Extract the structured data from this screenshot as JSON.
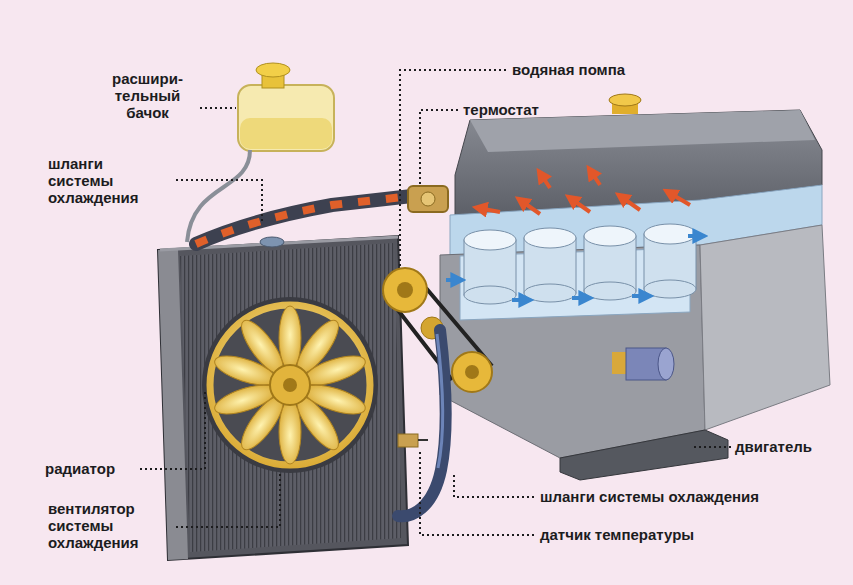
{
  "diagram": {
    "labels": [
      "расшири- тельный бачок",
      "шланги системы охлаждения",
      "водяная помпа",
      "термостат",
      "радиатор",
      "вентилятор системы охлаждения",
      "двигатель",
      "шланги системы охлаждения",
      "датчик температуры"
    ]
  }
}
